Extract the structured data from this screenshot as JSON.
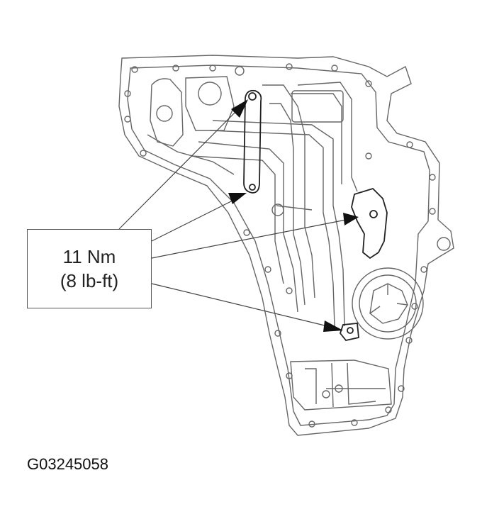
{
  "callout": {
    "torque_nm": "11 Nm",
    "torque_lbft": "(8 lb-ft)"
  },
  "figure_id": "G03245058",
  "colors": {
    "line": "#555555",
    "arrow": "#111111"
  }
}
